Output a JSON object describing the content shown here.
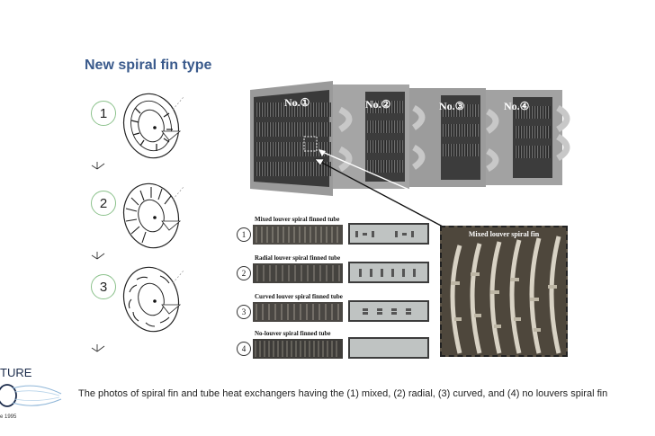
{
  "slide": {
    "title": "New spiral fin type",
    "caption": "The photos of spiral fin and tube heat exchangers having the (1) mixed, (2) radial, (3) curved, and (4) no louvers spiral fin"
  },
  "fin_types": [
    {
      "number": "1",
      "icon": "spiral-fin-mixed-louver-sketch"
    },
    {
      "number": "2",
      "icon": "spiral-fin-radial-louver-sketch"
    },
    {
      "number": "3",
      "icon": "spiral-fin-curved-louver-sketch"
    }
  ],
  "exchanger_photo": {
    "labels": [
      "No.①",
      "No.②",
      "No.③",
      "No.④"
    ]
  },
  "tube_strips": [
    {
      "number": "1",
      "label": "Mixed louver spiral finned tube"
    },
    {
      "number": "2",
      "label": "Radial louver spiral finned tube"
    },
    {
      "number": "3",
      "label": "Curved louver spiral finned tube"
    },
    {
      "number": "4",
      "label": "No-louver spiral finned tube"
    }
  ],
  "zoom": {
    "title": "Mixed louver spiral fin"
  },
  "logo": {
    "text": "TURE",
    "year": "e 1995"
  }
}
